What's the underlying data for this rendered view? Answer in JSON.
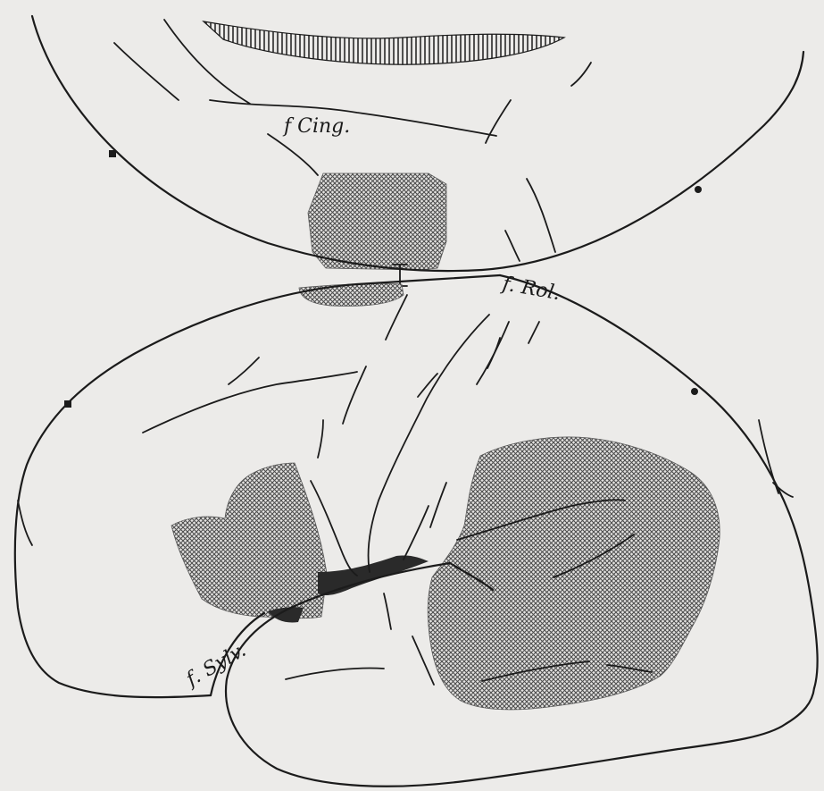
{
  "figure": {
    "labels": {
      "cingulate_sulcus": "f Cing.",
      "rolandic_sulcus": "f. Rol.",
      "sylvian_fissure": "f. Sylv."
    },
    "colors": {
      "paper": "#ecebe9",
      "ink": "#1b1b1b",
      "lesion": "#6a6a6a"
    }
  }
}
